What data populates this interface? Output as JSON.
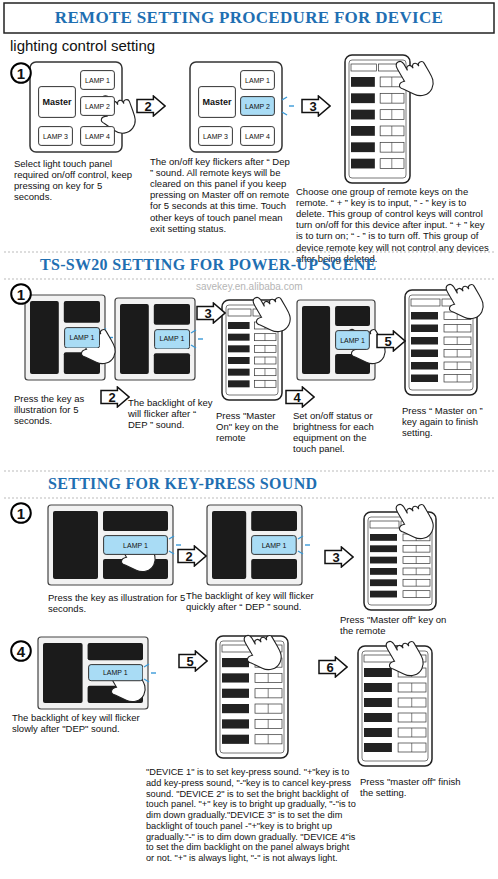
{
  "diagram": {
    "title": "REMOTE SETTING PROCEDURE FOR DEVICE",
    "nodes": [
      {
        "text": [
          "1"
        ]
      },
      {
        "text": [
          "Master"
        ]
      },
      {
        "text": [
          "LAMP 1"
        ]
      },
      {
        "text": [
          "LAMP 2"
        ]
      },
      {
        "text": [
          "LAMP 3"
        ]
      },
      {
        "text": [
          "LAMP 4"
        ]
      },
      {
        "text": [
          "2"
        ]
      },
      {
        "text": [
          "Master"
        ]
      },
      {
        "text": [
          "LAMP 1"
        ]
      },
      {
        "text": [
          "LAMP 2"
        ]
      },
      {
        "text": [
          "LAMP 3"
        ]
      },
      {
        "text": [
          "LAMP 4"
        ]
      },
      {
        "text": [
          "3"
        ]
      },
      {
        "text": [
          "1"
        ]
      },
      {
        "text": [
          "LAMP 1"
        ]
      },
      {
        "text": [
          "2"
        ]
      },
      {
        "text": [
          "LAMP 1"
        ]
      },
      {
        "text": [
          "3"
        ]
      },
      {
        "text": [
          "LAMP 1"
        ]
      },
      {
        "text": [
          "4"
        ]
      },
      {
        "text": [
          "5"
        ]
      },
      {
        "text": [
          "1"
        ]
      },
      {
        "text": [
          "LAMP 1"
        ]
      },
      {
        "text": [
          "2"
        ]
      },
      {
        "text": [
          "LAMP 1"
        ]
      },
      {
        "text": [
          "3"
        ]
      },
      {
        "text": [
          "4"
        ]
      },
      {
        "text": [
          "LAMP 1"
        ]
      },
      {
        "text": [
          "5"
        ]
      },
      {
        "text": [
          "6"
        ]
      }
    ],
    "labels": [
      "lighting control setting",
      "Select light touch panel required on/off control, keep pressing on key for 5 seconds.",
      "The on/off key flickers after “ Dep ” sound. All remote keys will be cleared on this panel if you keep pressing on Master off on remote for 5 seconds at this time. Touch other keys of touch panel mean exit setting status.",
      "Choose one group of remote keys on the remote. “ + ” key is to input, ” - ” key is to delete. This group of control keys will control turn on/off for this device after input. “ + ” key is to turn on; “ - ” is to turn off. This group of device remote key will not control any devices after being deleted.",
      "TS-SW20 SETTING FOR POWER-UP SCENE",
      "savekey.en.alibaba.com",
      "Press the key as illustration for 5 seconds.",
      "The backlight of key will flicker after “ DEP ” sound.",
      "Press \"Master On\" key on the remote",
      "Set on/off status or brightness for each equipment on the touch panel.",
      "Press “ Master on ” key again to finish setting.",
      "SETTING FOR KEY-PRESS SOUND",
      "Press the key as illustration for 5 seconds.",
      "The backlight of key will flicker quickly after “ DEP ” sound.",
      "Press \"Master off\" key on the remote",
      "The backlight of key will flicker slowly after \"DEP\" sound.",
      "\"DEVICE 1\" is to set key-press sound. \"+\"key is to add key-press sound, \"-\"key is to cancel key-press sound. \"DEVICE 2\" is to set the bright backlight of touch panel. \"+\" key is to bright up gradually, \"-\"is to dim down gradually.\"DEVICE 3\" is to set the dim backlight of touch panel -\"+\"key is to bright up gradually.\"-\" is to dim down gradually. \"DEVICE 4\"is to set the dim backlight on the panel always bright or not. \"+\" is always light, \"-\" is not always light.",
      "Press \"master off\" finish the setting."
    ]
  }
}
